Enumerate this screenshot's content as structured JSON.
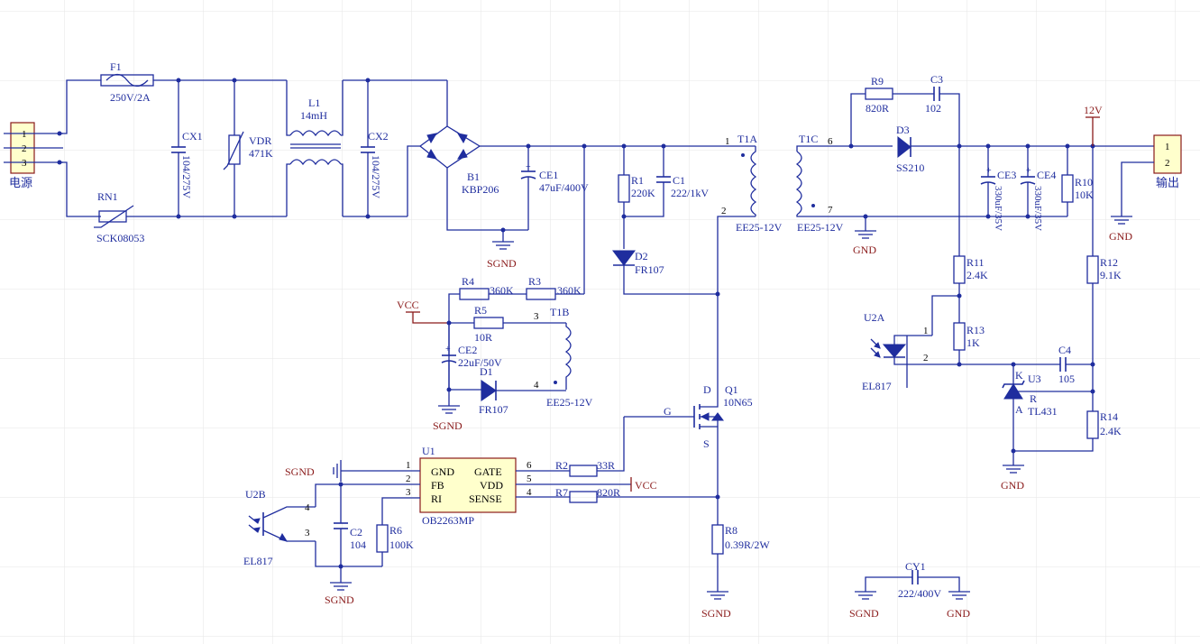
{
  "connectors": {
    "input": {
      "pins": [
        "1",
        "2",
        "3"
      ],
      "label": "电源"
    },
    "output": {
      "pins": [
        "1",
        "2"
      ],
      "label": "输出"
    }
  },
  "components": {
    "F1": {
      "ref": "F1",
      "value": "250V/2A"
    },
    "RN1": {
      "ref": "RN1",
      "value": "SCK08053"
    },
    "CX1": {
      "ref": "CX1",
      "value": "104/275V"
    },
    "VDR": {
      "ref": "VDR",
      "value": "471K"
    },
    "L1": {
      "ref": "L1",
      "value": "14mH"
    },
    "CX2": {
      "ref": "CX2",
      "value": "104/275V"
    },
    "B1": {
      "ref": "B1",
      "value": "KBP206"
    },
    "CE1": {
      "ref": "CE1",
      "value": "47uF/400V"
    },
    "R1": {
      "ref": "R1",
      "value": "220K"
    },
    "C1": {
      "ref": "C1",
      "value": "222/1kV"
    },
    "D2": {
      "ref": "D2",
      "value": "FR107"
    },
    "T1A": {
      "ref": "T1A",
      "value": "EE25-12V",
      "pin1": "1",
      "pin2": "2"
    },
    "R4": {
      "ref": "R4",
      "value": "360K"
    },
    "R3": {
      "ref": "R3",
      "value": "360K"
    },
    "R5": {
      "ref": "R5",
      "value": "10R"
    },
    "T1B": {
      "ref": "T1B",
      "value": "EE25-12V",
      "pin3": "3",
      "pin4": "4"
    },
    "CE2": {
      "ref": "CE2",
      "value": "22uF/50V"
    },
    "D1": {
      "ref": "D1",
      "value": "FR107"
    },
    "Q1": {
      "ref": "Q1",
      "value": "10N65",
      "g": "G",
      "d": "D",
      "s": "S"
    },
    "U1": {
      "ref": "U1",
      "value": "OB2263MP",
      "pins_left": [
        {
          "num": "1",
          "name": "GND"
        },
        {
          "num": "2",
          "name": "FB"
        },
        {
          "num": "3",
          "name": "RI"
        }
      ],
      "pins_right": [
        {
          "num": "6",
          "name": "GATE"
        },
        {
          "num": "5",
          "name": "VDD"
        },
        {
          "num": "4",
          "name": "SENSE"
        }
      ]
    },
    "R2": {
      "ref": "R2",
      "value": "33R"
    },
    "R7": {
      "ref": "R7",
      "value": "820R"
    },
    "R8": {
      "ref": "R8",
      "value": "0.39R/2W"
    },
    "U2B": {
      "ref": "U2B",
      "value": "EL817",
      "pin4": "4",
      "pin3": "3"
    },
    "C2": {
      "ref": "C2",
      "value": "104"
    },
    "R6": {
      "ref": "R6",
      "value": "100K"
    },
    "T1C": {
      "ref": "T1C",
      "value": "EE25-12V",
      "pin6": "6",
      "pin7": "7"
    },
    "R9": {
      "ref": "R9",
      "value": "820R"
    },
    "C3": {
      "ref": "C3",
      "value": "102"
    },
    "D3": {
      "ref": "D3",
      "value": "SS210"
    },
    "CE3": {
      "ref": "CE3",
      "value": "330uF/35V"
    },
    "CE4": {
      "ref": "CE4",
      "value": "330uF/35V"
    },
    "R10": {
      "ref": "R10",
      "value": "10K"
    },
    "R11": {
      "ref": "R11",
      "value": "2.4K"
    },
    "R12": {
      "ref": "R12",
      "value": "9.1K"
    },
    "R13": {
      "ref": "R13",
      "value": "1K"
    },
    "U2A": {
      "ref": "U2A",
      "value": "EL817",
      "pin1": "1",
      "pin2": "2"
    },
    "C4": {
      "ref": "C4",
      "value": "105"
    },
    "U3": {
      "ref": "U3",
      "value": "TL431",
      "k": "K",
      "r": "R",
      "a": "A"
    },
    "R14": {
      "ref": "R14",
      "value": "2.4K"
    },
    "CY1": {
      "ref": "CY1",
      "value": "222/400V"
    }
  },
  "nets": {
    "sgnd": "SGND",
    "gnd": "GND",
    "vcc": "VCC",
    "v12": "12V"
  },
  "colors": {
    "wire": "#1f2d9e",
    "power_port": "#8a1a1a",
    "ic_fill": "#ffffcc",
    "grid": "#e6e6e6"
  }
}
